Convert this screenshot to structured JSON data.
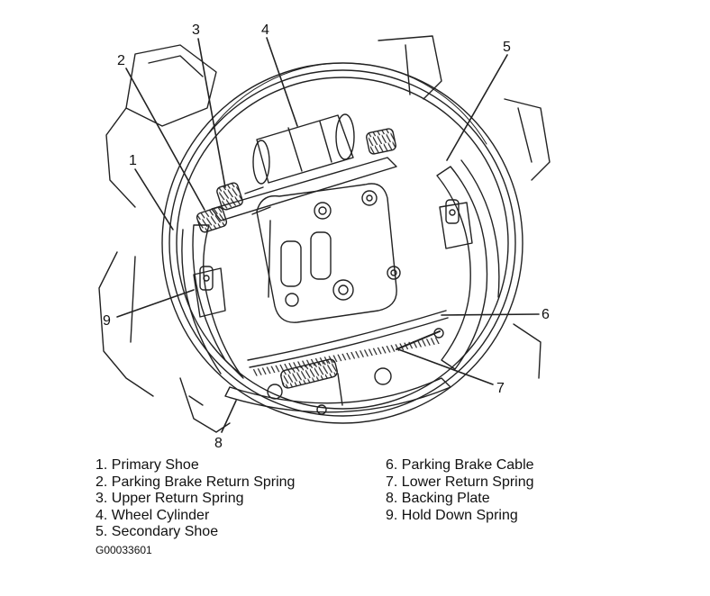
{
  "callouts": [
    "1",
    "2",
    "3",
    "4",
    "5",
    "6",
    "7",
    "8",
    "9"
  ],
  "legend": {
    "left": [
      "1. Primary Shoe",
      "2. Parking Brake Return Spring",
      "3. Upper Return Spring",
      "4. Wheel Cylinder",
      "5. Secondary Shoe"
    ],
    "right": [
      "6. Parking Brake Cable",
      "7. Lower Return Spring",
      "8. Backing Plate",
      "9. Hold Down Spring"
    ]
  },
  "figure_id": "G00033601"
}
